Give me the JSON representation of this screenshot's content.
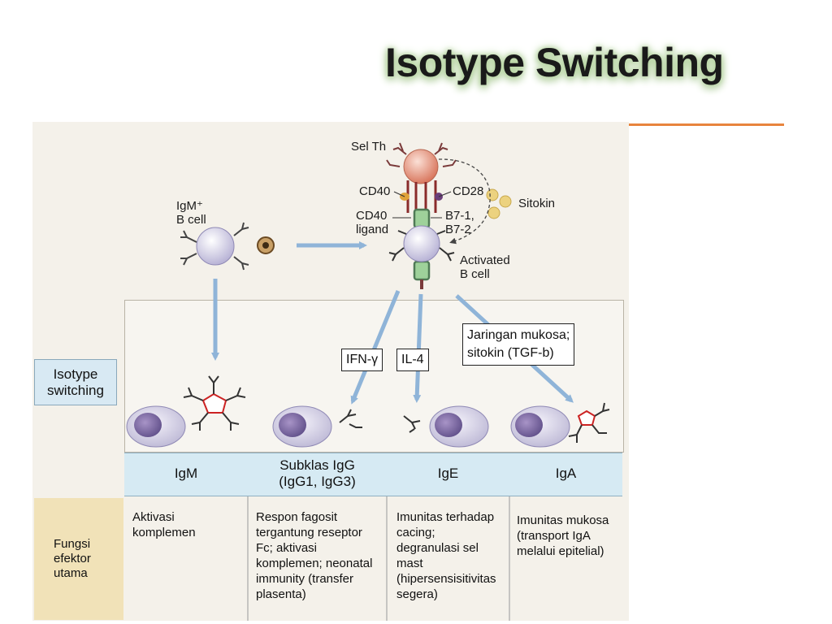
{
  "slide": {
    "title": "Isotype Switching"
  },
  "diagram": {
    "sel_th": "Sel Th",
    "cd40": "CD40",
    "cd28": "CD28",
    "cd40_ligand": [
      "CD40",
      "ligand"
    ],
    "b7": [
      "B7-1,",
      "B7-2"
    ],
    "sitokin": "Sitokin",
    "igm_b_cell": [
      "IgM⁺",
      "B cell"
    ],
    "activated_b_cell": [
      "Activated",
      "B cell"
    ],
    "isotype_switching": [
      "Isotype",
      "switching"
    ],
    "ifn_gamma": "IFN-γ",
    "il4": "IL-4",
    "jaringan": [
      "Jaringan mukosa;",
      "sitokin (TGF-b)"
    ]
  },
  "isotypes": [
    {
      "name": [
        "IgM"
      ],
      "effector": [
        "Aktivasi",
        "komplemen"
      ]
    },
    {
      "name": [
        "Subklas IgG",
        "(IgG1, IgG3)"
      ],
      "effector": [
        "Respon fagosit",
        "tergantung reseptor",
        "Fc; aktivasi",
        "komplemen; neonatal",
        "immunity (transfer",
        "plasenta)"
      ]
    },
    {
      "name": [
        "IgE"
      ],
      "effector": [
        "Imunitas terhadap",
        "cacing;",
        "degranulasi sel",
        "mast",
        "(hipersensisitivitas",
        "segera)"
      ]
    },
    {
      "name": [
        "IgA"
      ],
      "effector": [
        "Imunitas mukosa",
        "(transport IgA",
        "melalui epitelial)"
      ]
    }
  ],
  "fungsi": [
    "Fungsi",
    "efektor",
    "utama"
  ],
  "colors": {
    "arrow": "#8fb4d8",
    "band": "#d6eaf3",
    "effector_label_bg": "#f1e2b8",
    "title_rule": "#e8843d",
    "th_cell": "#e39a86",
    "b_cell": "#dcd8ec",
    "cytokine": "#ecd27f"
  }
}
